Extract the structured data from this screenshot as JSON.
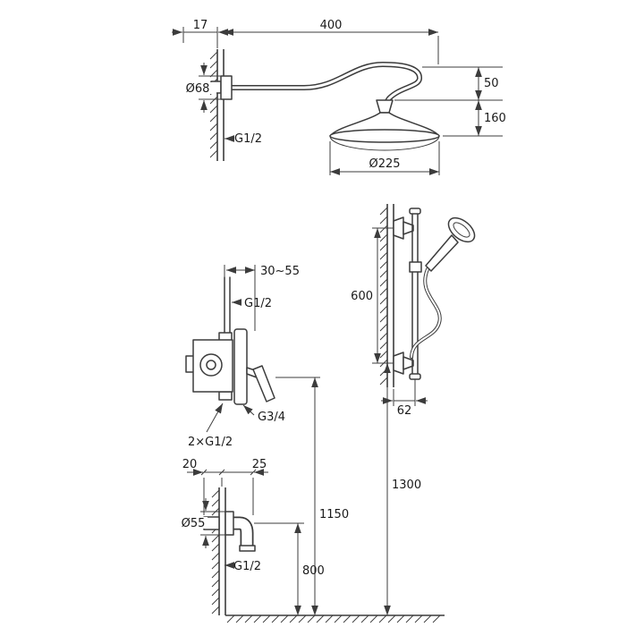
{
  "meta": {
    "background": "#ffffff",
    "line_color": "#3c3c3c",
    "text_color": "#1a1a1a",
    "description": "Shower system installation dimensional diagram"
  },
  "overhead_shower": {
    "wall_offset": "17",
    "arm_length": "400",
    "flange_diameter": "Ø68",
    "wall_thread": "G1/2",
    "arc_drop": "50",
    "head_drop": "160",
    "head_diameter": "Ø225"
  },
  "mixer_valve": {
    "depth_range": "30~55",
    "inlet_thread": "G1/2",
    "outlet_thread": "G3/4",
    "bottom_threads": "2×G1/2"
  },
  "hand_shower": {
    "bar_length": "600",
    "bar_offset": "62"
  },
  "spout": {
    "recess": "20",
    "projection": "25",
    "flange_diameter": "Ø55",
    "thread": "G1/2"
  },
  "heights": {
    "bar_bottom": "1300",
    "valve_center": "1150",
    "spout_center": "800"
  }
}
